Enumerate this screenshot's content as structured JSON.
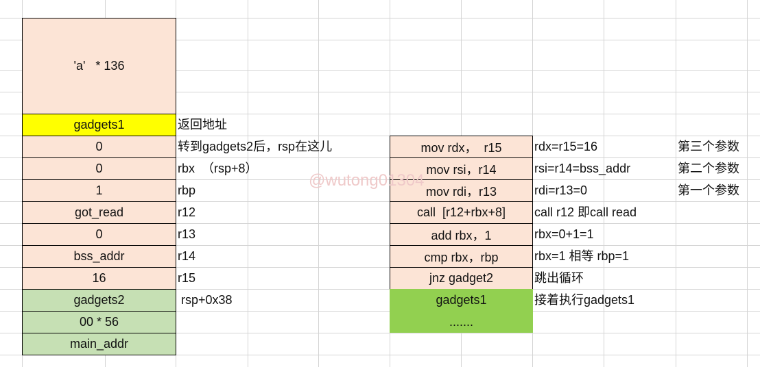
{
  "stack": {
    "padding": "'a'   * 136",
    "cells": [
      "gadgets1",
      "0",
      "0",
      "1",
      "got_read",
      "0",
      "bss_addr",
      "16",
      "gadgets2",
      "00 * 56",
      "main_addr"
    ],
    "notes": [
      "返回地址",
      "转到gadgets2后，rsp在这儿",
      "rbx  （rsp+8）",
      "rbp",
      "r12",
      "r13",
      "r14",
      "r15",
      " rsp+0x38"
    ]
  },
  "gadget": {
    "instructions": [
      "mov rdx，  r15",
      "mov rsi，r14",
      "mov rdi，r13",
      "call  [r12+rbx+8]",
      "add rbx，1",
      "cmp rbx，rbp",
      "jnz gadget2"
    ],
    "next": "gadgets1",
    "ellipsis": ".......",
    "notes": [
      "rdx=r15=16",
      "rsi=r14=bss_addr",
      "rdi=r13=0",
      "call r12 即call read",
      "rbx=0+1=1",
      "rbx=1 相等 rbp=1",
      "跳出循环",
      "接着执行gadgets1"
    ],
    "params": [
      "第三个参数",
      "第二个参数",
      "第一个参数"
    ]
  },
  "watermark": "@wutong01304"
}
